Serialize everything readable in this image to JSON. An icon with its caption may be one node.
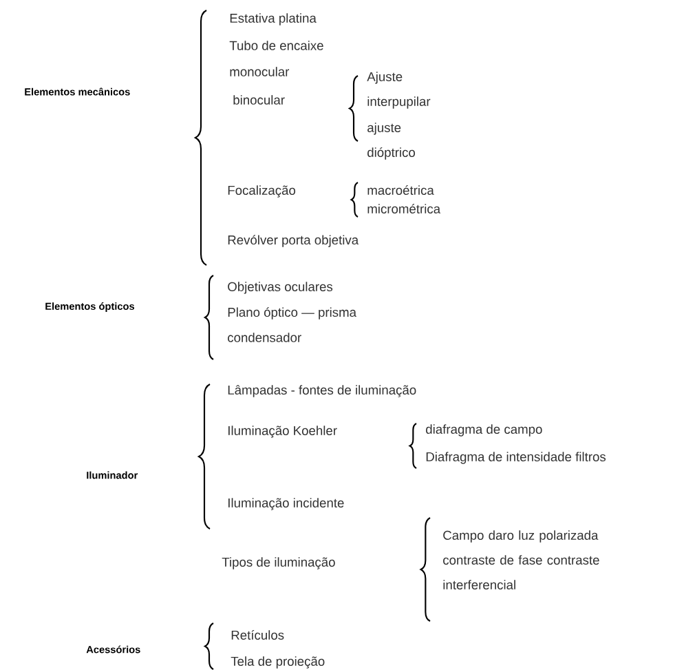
{
  "diagram": {
    "labels": [
      "Elementos mecânicos",
      "Estativa platina",
      "Tubo de encaixe",
      "monocular",
      "binocular",
      "Ajuste interpupilar",
      "ajuste dióptrico",
      "Focalização",
      "macroétrica",
      "micrométrica",
      "Revólver porta objetiva",
      "Elementos ópticos",
      "Objetivas oculares",
      "Plano óptico — prisma",
      "condensador",
      "Iluminador",
      "Lâmpadas - fontes de iluminação",
      "Iluminação Koehler",
      "diafragma de campo",
      "Diafragma de intensidade filtros",
      "Iluminação incidente",
      "Tipos de iluminação",
      "Campo daro luz polarizada contraste de fase contraste interferencial",
      "Acessórios",
      "Retículos",
      "Tela de proieção"
    ]
  }
}
